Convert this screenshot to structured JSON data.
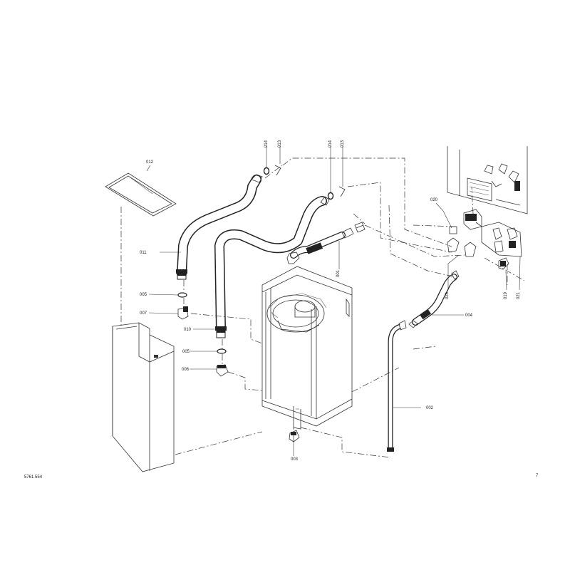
{
  "diagram": {
    "doc_number": "5761 554",
    "page_number": "7",
    "parts": {
      "p001": "001",
      "p002": "002",
      "p003": "003",
      "p004": "004",
      "p005a": "005",
      "p005b": "005",
      "p006": "006",
      "p007": "007",
      "p010": "010",
      "p011": "011",
      "p012": "012",
      "p013a": "013",
      "p013b": "013",
      "p014a": "014",
      "p014b": "014",
      "p019": "019",
      "p020": "020",
      "p021": "021",
      "p024": "024"
    }
  }
}
